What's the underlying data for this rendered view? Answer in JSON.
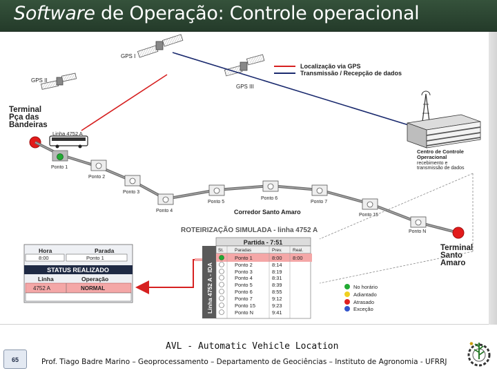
{
  "slide": {
    "title_italic": "Software",
    "title_rest": " de Operação: Controle operacional",
    "caption": "AVL - Automatic Vehicle Location",
    "credit": "Prof. Tiago Badre Marino – Geoprocessamento – Departamento de Geociências – Instituto de Agronomia - UFRRJ",
    "page_number": "65"
  },
  "diagram": {
    "satellites": [
      "GPS I",
      "GPS II",
      "GPS III"
    ],
    "legend": {
      "gps": "Localização via GPS",
      "transmission": "Transmissão / Recepção de dados"
    },
    "terminal_start": [
      "Terminal",
      "Pça das",
      "Bandeiras"
    ],
    "bus_label": "Linha 4752 A",
    "control_center": [
      "Centro de Controle",
      "Operacional",
      "recebimento e",
      "transmissão de dados"
    ],
    "points": [
      "Ponto 1",
      "Ponto 2",
      "Ponto 3",
      "Ponto 4",
      "Ponto 5",
      "Ponto 6",
      "Ponto 7",
      "Ponto 15",
      "Ponto N"
    ],
    "corridor": "Corredor Santo Amaro",
    "route_title": "ROTEIRIZAÇÃO SIMULADA - linha 4752 A",
    "terminal_end": [
      "Terminal",
      "Santo",
      "Amaro"
    ]
  },
  "status_panel": {
    "hora_label": "Hora",
    "hora_value": "8:00",
    "parada_label": "Parada",
    "parada_value": "Ponto 1",
    "title": "STATUS REALIZADO",
    "linha_label": "Linha",
    "linha_value": "4752 A",
    "operacao_label": "Operação",
    "operacao_value": "NORMAL"
  },
  "schedule": {
    "title": "Partida - 7:51",
    "side_label": "Linha 4752 A - IDA",
    "headers": [
      "St.",
      "Paradas",
      "Prev.",
      "Real."
    ],
    "rows": [
      {
        "stop": "Ponto 1",
        "prev": "8:00",
        "real": "8:00"
      },
      {
        "stop": "Ponto 2",
        "prev": "8:14",
        "real": ""
      },
      {
        "stop": "Ponto 3",
        "prev": "8:19",
        "real": ""
      },
      {
        "stop": "Ponto 4",
        "prev": "8:31",
        "real": ""
      },
      {
        "stop": "Ponto 5",
        "prev": "8:39",
        "real": ""
      },
      {
        "stop": "Ponto 6",
        "prev": "8:55",
        "real": ""
      },
      {
        "stop": "Ponto 7",
        "prev": "9:12",
        "real": ""
      },
      {
        "stop": "Ponto 15",
        "prev": "9:23",
        "real": ""
      },
      {
        "stop": "Ponto N",
        "prev": "9:41",
        "real": ""
      }
    ]
  },
  "status_legend": [
    {
      "label": "No horário",
      "color": "#22aa33"
    },
    {
      "label": "Adiantado",
      "color": "#f0d020"
    },
    {
      "label": "Atrasado",
      "color": "#e02020"
    },
    {
      "label": "Exceção",
      "color": "#3355cc"
    }
  ],
  "colors": {
    "title_bar": "#2c4632",
    "gps_line": "#d62020",
    "data_line": "#1a2a6e",
    "highlight_row": "#f4a7a7",
    "panel_header": "#1f2a44"
  }
}
